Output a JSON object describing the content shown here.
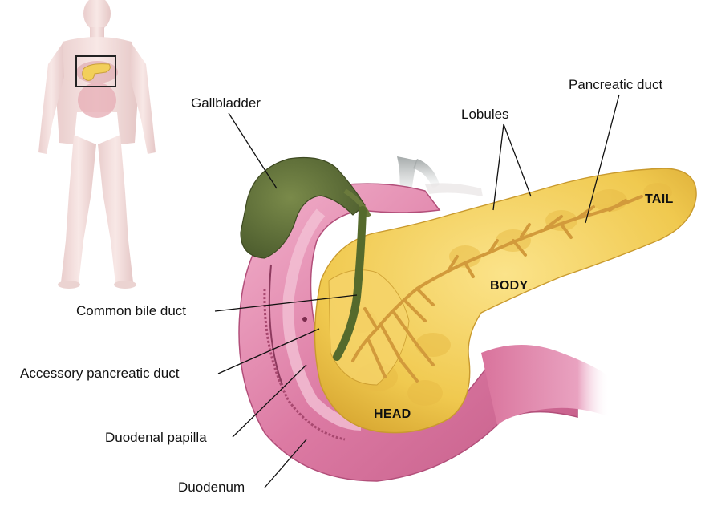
{
  "labels": {
    "gallbladder": "Gallbladder",
    "lobules": "Lobules",
    "pancreatic_duct": "Pancreatic duct",
    "common_bile_duct": "Common bile duct",
    "accessory_pancreatic_duct": "Accessory pancreatic duct",
    "duodenal_papilla": "Duodenal papilla",
    "duodenum": "Duodenum"
  },
  "regions": {
    "tail": "TAIL",
    "body": "BODY",
    "head": "HEAD"
  },
  "colors": {
    "pancreas": "#f2cf5a",
    "pancreas_shade": "#e0b23c",
    "duodenum": "#d9739c",
    "duodenum_light": "#f0a9c6",
    "gallbladder": "#5d6b37",
    "body_skin": "#f1d8d6",
    "leader_line": "#111111"
  }
}
